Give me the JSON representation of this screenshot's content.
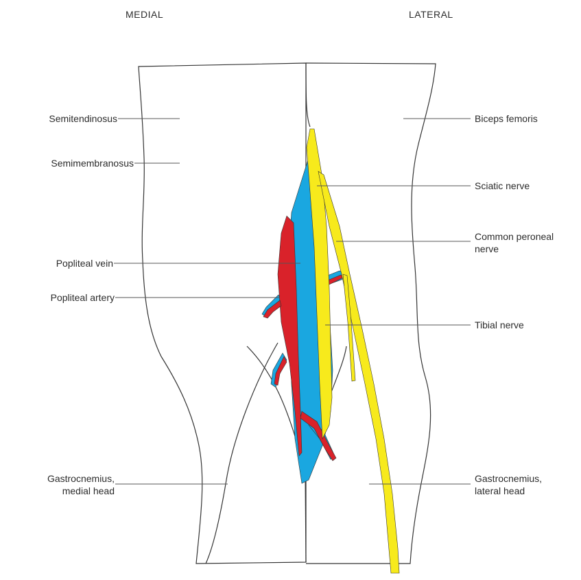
{
  "headers": {
    "medial": "MEDIAL",
    "lateral": "LATERAL"
  },
  "labels": {
    "semitendinosus": "Semitendinosus",
    "semimembranosus": "Semimembranosus",
    "popliteal_vein": "Popliteal vein",
    "popliteal_artery": "Popliteal artery",
    "gastrocnemius_medial_line1": "Gastrocnemius,",
    "gastrocnemius_medial_line2": "medial head",
    "biceps_femoris": "Biceps femoris",
    "sciatic_nerve": "Sciatic nerve",
    "common_peroneal_line1": "Common peroneal",
    "common_peroneal_line2": "nerve",
    "tibial_nerve": "Tibial nerve",
    "gastrocnemius_lateral_line1": "Gastrocnemius,",
    "gastrocnemius_lateral_line2": "lateral head"
  },
  "colors": {
    "nerve": "#f7ea1c",
    "vein": "#1aa7e0",
    "artery": "#d9222a",
    "outline": "#333333",
    "leader": "#555555"
  }
}
